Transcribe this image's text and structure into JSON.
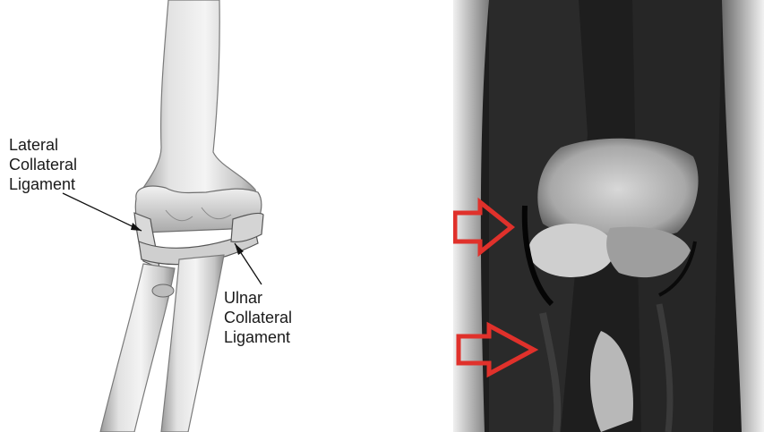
{
  "illustration": {
    "lateral_label": [
      "Lateral",
      "Collateral",
      "Ligament"
    ],
    "ulnar_label": [
      "Ulnar",
      "Collateral",
      "Ligament"
    ]
  },
  "mri": {
    "arrow_color": "#e0312b",
    "arrow_count": 2
  }
}
